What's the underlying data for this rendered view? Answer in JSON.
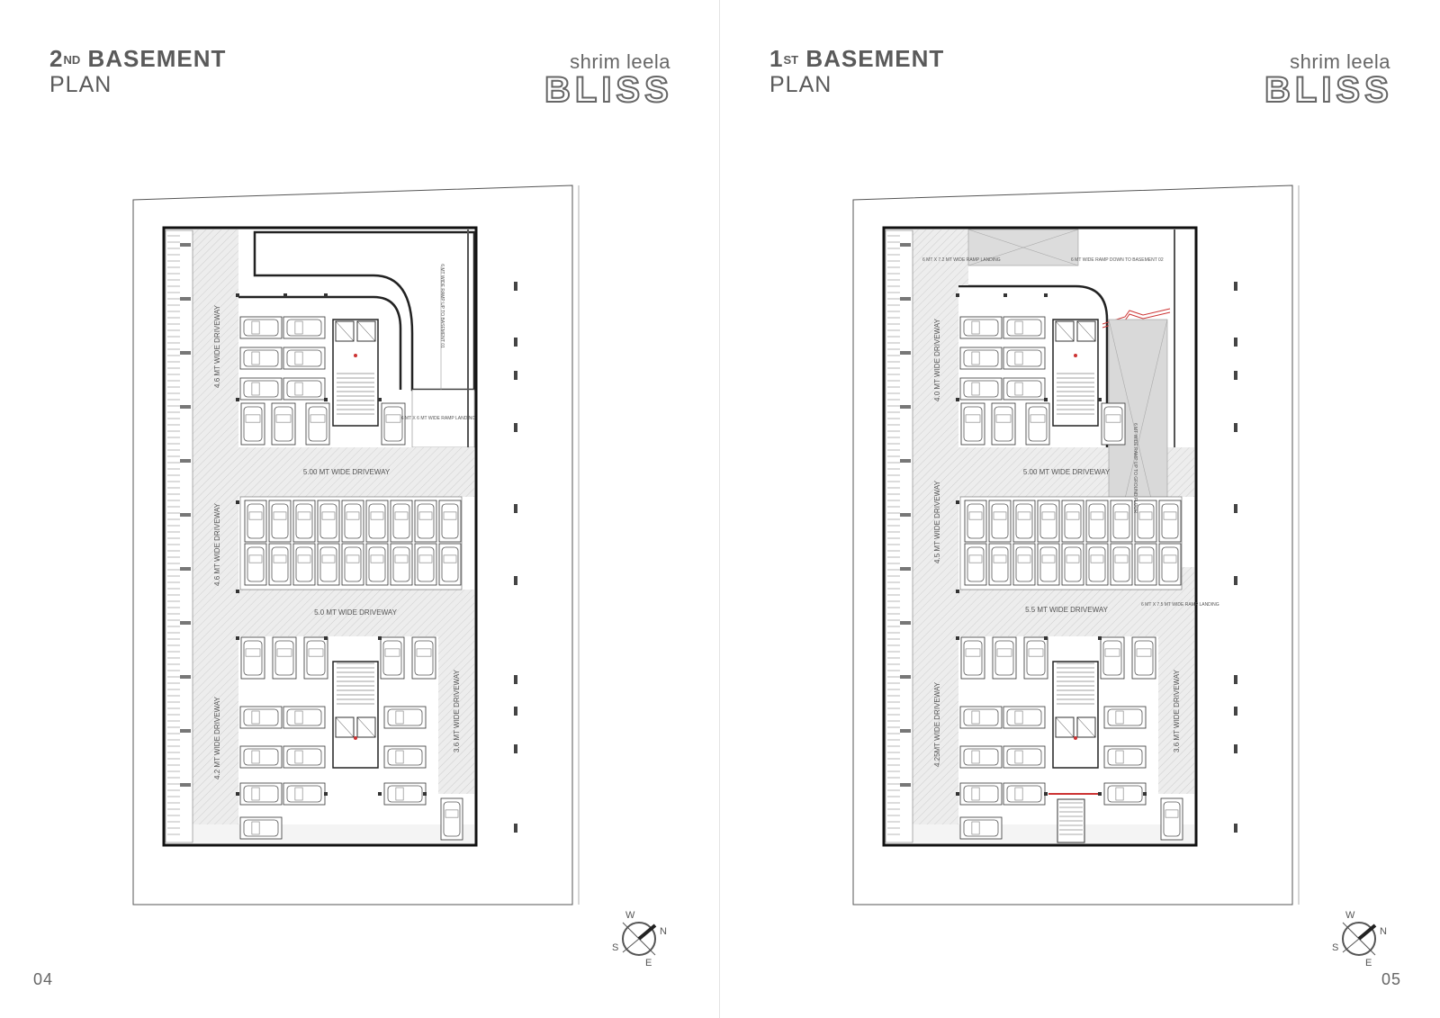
{
  "brand": {
    "sub": "shrim leela",
    "main": "BLISS"
  },
  "compass": {
    "w": "W",
    "n": "N",
    "s": "S",
    "e": "E"
  },
  "pages": [
    {
      "title_num": "2",
      "title_sup": "ND",
      "title_word": "BASEMENT",
      "title_line2": "PLAN",
      "page_number": "04",
      "labels": {
        "driveway_left_top": "4.6 MT WIDE DRIVEWAY",
        "driveway_left_mid": "4.6 MT WIDE DRIVEWAY",
        "driveway_left_bot": "4.2 MT WIDE DRIVEWAY",
        "driveway_h1": "5.00 MT WIDE DRIVEWAY",
        "driveway_h2": "5.0 MT WIDE DRIVEWAY",
        "driveway_right": "3.6 MT WIDE DRIVEWAY",
        "ramp": "6 MT WIDE RAMP UP TO BASEMENT 01",
        "ramp_landing": "6 MT X 6 MT WIDE RAMP LANDING"
      }
    },
    {
      "title_num": "1",
      "title_sup": "ST",
      "title_word": "BASEMENT",
      "title_line2": "PLAN",
      "page_number": "05",
      "labels": {
        "driveway_left_top": "4.0 MT WIDE DRIVEWAY",
        "driveway_left_mid": "4.5 MT WIDE DRIVEWAY",
        "driveway_left_bot": "4.25MT WIDE DRIVEWAY",
        "driveway_h1": "5.00 MT WIDE DRIVEWAY",
        "driveway_h2": "5.5 MT WIDE DRIVEWAY",
        "driveway_right": "3.6 MT WIDE DRIVEWAY",
        "ramp_landing_top": "6 MT X 7.2 MT WIDE RAMP LANDING",
        "ramp_down": "6 MT WIDE RAMP DOWN TO BASEMENT 02",
        "ramp_up": "6 MT WIDE RAMP UP TO GROUND FLOOR",
        "ramp_landing_right": "6 MT X 7.5 MT WIDE RAMP LANDING"
      }
    }
  ]
}
